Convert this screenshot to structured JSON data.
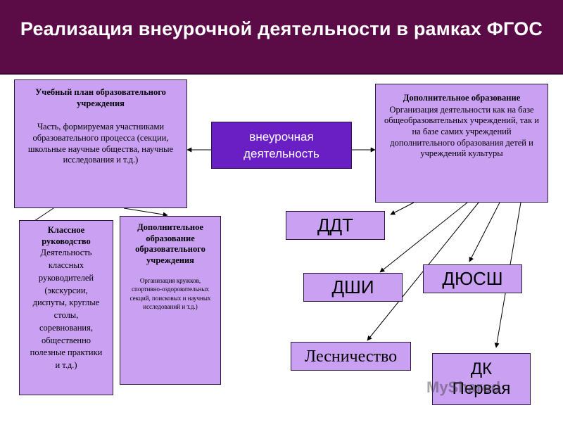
{
  "header": {
    "title": "Реализация внеурочной деятельности в рамках ФГОС"
  },
  "center": {
    "line1": "внеурочная",
    "line2": "деятельность"
  },
  "plan": {
    "title": "Учебный план образовательного учреждения",
    "body": "Часть, формируемая участниками образовательного процесса (секции, школьные научные общества, научные исследования и т.д.)"
  },
  "extra_edu": {
    "title": "Дополнительное образование",
    "body": "Организация деятельности как на базе общеобразовательных учреждений, так и на базе самих учреждений дополнительного образования детей и учреждений культуры"
  },
  "class_lead": {
    "title": "Классное руководство",
    "body": "Деятельность классных руководителей (экскурсии, диспуты, круглые столы, соревнования, общественно полезные практики и т.д.)"
  },
  "school_extra": {
    "title": "Дополнительное образование образовательного учреждения",
    "body": "Организация кружков, спортивно-оздоровительных секций, поисковых и научных исследований и т.д.)"
  },
  "institutions": {
    "ddt": "ДДТ",
    "dshi": "ДШИ",
    "dyussh": "ДЮСШ",
    "forestry": "Лесничество",
    "dk": "ДК Первая"
  },
  "watermark": "MyShared"
}
